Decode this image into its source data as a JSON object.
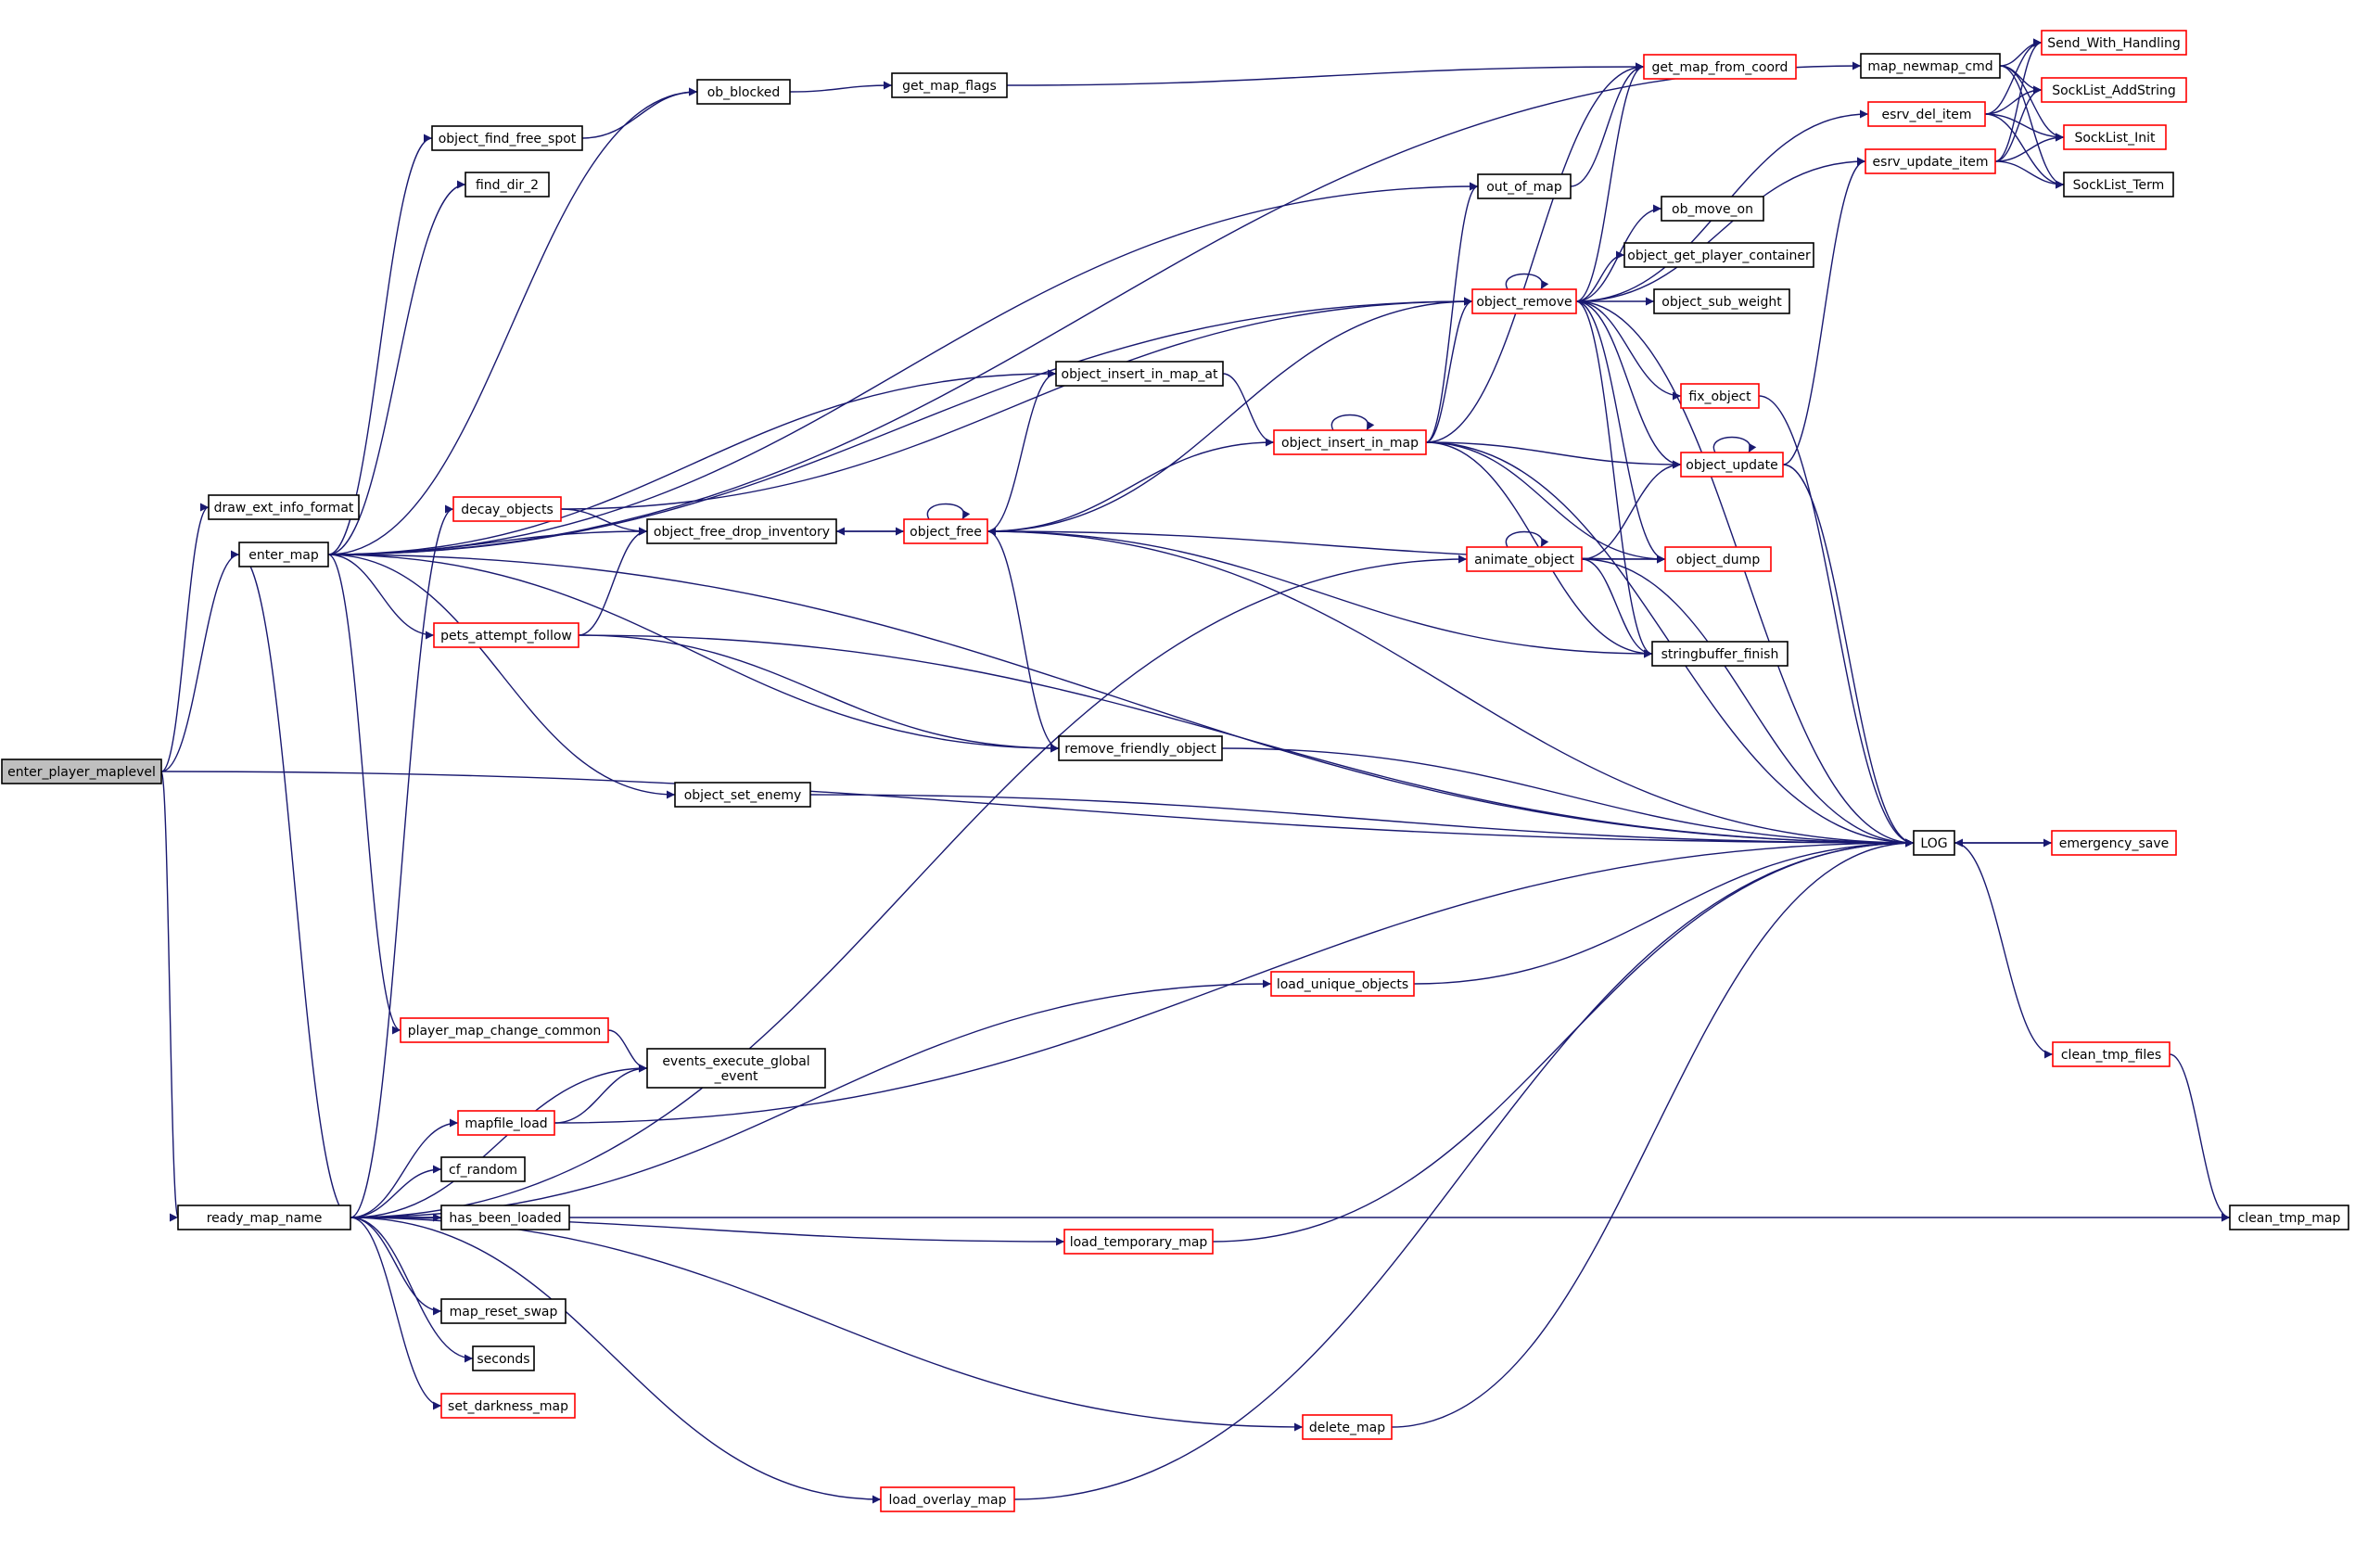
{
  "colors": {
    "edge": "#191970",
    "root_fill": "#bfbfbf",
    "node_fill": "#ffffff",
    "node_border": "#000000",
    "truncated_border": "#ff0000"
  },
  "nodes": [
    {
      "id": "enter_player_maplevel",
      "label": "enter_player_maplevel",
      "style": "root"
    },
    {
      "id": "draw_ext_info_format",
      "label": "draw_ext_info_format",
      "style": "normal"
    },
    {
      "id": "enter_map",
      "label": "enter_map",
      "style": "normal"
    },
    {
      "id": "ready_map_name",
      "label": "ready_map_name",
      "style": "normal"
    },
    {
      "id": "object_find_free_spot",
      "label": "object_find_free_spot",
      "style": "normal"
    },
    {
      "id": "find_dir_2",
      "label": "find_dir_2",
      "style": "normal"
    },
    {
      "id": "ob_blocked",
      "label": "ob_blocked",
      "style": "normal"
    },
    {
      "id": "get_map_flags",
      "label": "get_map_flags",
      "style": "normal"
    },
    {
      "id": "get_map_from_coord",
      "label": "get_map_from_coord",
      "style": "truncated"
    },
    {
      "id": "map_newmap_cmd",
      "label": "map_newmap_cmd",
      "style": "normal"
    },
    {
      "id": "Send_With_Handling",
      "label": "Send_With_Handling",
      "style": "truncated"
    },
    {
      "id": "SockList_AddString",
      "label": "SockList_AddString",
      "style": "truncated"
    },
    {
      "id": "SockList_Init",
      "label": "SockList_Init",
      "style": "truncated"
    },
    {
      "id": "SockList_Term",
      "label": "SockList_Term",
      "style": "normal"
    },
    {
      "id": "esrv_del_item",
      "label": "esrv_del_item",
      "style": "truncated"
    },
    {
      "id": "esrv_update_item",
      "label": "esrv_update_item",
      "style": "truncated"
    },
    {
      "id": "out_of_map",
      "label": "out_of_map",
      "style": "normal"
    },
    {
      "id": "ob_move_on",
      "label": "ob_move_on",
      "style": "normal"
    },
    {
      "id": "object_get_player_container",
      "label": "object_get_player_container",
      "style": "normal"
    },
    {
      "id": "object_remove",
      "label": "object_remove",
      "style": "truncated"
    },
    {
      "id": "object_sub_weight",
      "label": "object_sub_weight",
      "style": "normal"
    },
    {
      "id": "object_insert_in_map_at",
      "label": "object_insert_in_map_at",
      "style": "normal"
    },
    {
      "id": "object_insert_in_map",
      "label": "object_insert_in_map",
      "style": "truncated"
    },
    {
      "id": "fix_object",
      "label": "fix_object",
      "style": "truncated"
    },
    {
      "id": "object_update",
      "label": "object_update",
      "style": "truncated"
    },
    {
      "id": "decay_objects",
      "label": "decay_objects",
      "style": "truncated"
    },
    {
      "id": "object_free_drop_inventory",
      "label": "object_free_drop_inventory",
      "style": "normal"
    },
    {
      "id": "object_free",
      "label": "object_free",
      "style": "truncated"
    },
    {
      "id": "animate_object",
      "label": "animate_object",
      "style": "truncated"
    },
    {
      "id": "object_dump",
      "label": "object_dump",
      "style": "truncated"
    },
    {
      "id": "pets_attempt_follow",
      "label": "pets_attempt_follow",
      "style": "truncated"
    },
    {
      "id": "stringbuffer_finish",
      "label": "stringbuffer_finish",
      "style": "normal"
    },
    {
      "id": "remove_friendly_object",
      "label": "remove_friendly_object",
      "style": "normal"
    },
    {
      "id": "object_set_enemy",
      "label": "object_set_enemy",
      "style": "normal"
    },
    {
      "id": "LOG",
      "label": "LOG",
      "style": "normal"
    },
    {
      "id": "emergency_save",
      "label": "emergency_save",
      "style": "truncated"
    },
    {
      "id": "load_unique_objects",
      "label": "load_unique_objects",
      "style": "truncated"
    },
    {
      "id": "player_map_change_common",
      "label": "player_map_change_common",
      "style": "truncated"
    },
    {
      "id": "events_execute_global_event",
      "label": "events_execute_global\n_event",
      "style": "normal"
    },
    {
      "id": "mapfile_load",
      "label": "mapfile_load",
      "style": "truncated"
    },
    {
      "id": "clean_tmp_files",
      "label": "clean_tmp_files",
      "style": "truncated"
    },
    {
      "id": "cf_random",
      "label": "cf_random",
      "style": "normal"
    },
    {
      "id": "has_been_loaded",
      "label": "has_been_loaded",
      "style": "normal"
    },
    {
      "id": "load_temporary_map",
      "label": "load_temporary_map",
      "style": "truncated"
    },
    {
      "id": "clean_tmp_map",
      "label": "clean_tmp_map",
      "style": "normal"
    },
    {
      "id": "map_reset_swap",
      "label": "map_reset_swap",
      "style": "normal"
    },
    {
      "id": "seconds",
      "label": "seconds",
      "style": "normal"
    },
    {
      "id": "set_darkness_map",
      "label": "set_darkness_map",
      "style": "truncated"
    },
    {
      "id": "delete_map",
      "label": "delete_map",
      "style": "truncated"
    },
    {
      "id": "load_overlay_map",
      "label": "load_overlay_map",
      "style": "truncated"
    }
  ],
  "edges": [
    [
      "enter_player_maplevel",
      "draw_ext_info_format"
    ],
    [
      "enter_player_maplevel",
      "enter_map"
    ],
    [
      "enter_player_maplevel",
      "ready_map_name"
    ],
    [
      "enter_player_maplevel",
      "LOG"
    ],
    [
      "enter_map",
      "map_newmap_cmd"
    ],
    [
      "enter_map",
      "ob_blocked"
    ],
    [
      "enter_map",
      "object_find_free_spot"
    ],
    [
      "enter_map",
      "find_dir_2"
    ],
    [
      "enter_map",
      "out_of_map"
    ],
    [
      "enter_map",
      "object_remove"
    ],
    [
      "enter_map",
      "object_insert_in_map_at"
    ],
    [
      "enter_map",
      "object_free_drop_inventory"
    ],
    [
      "enter_map",
      "pets_attempt_follow"
    ],
    [
      "enter_map",
      "remove_friendly_object"
    ],
    [
      "enter_map",
      "object_set_enemy"
    ],
    [
      "enter_map",
      "LOG"
    ],
    [
      "enter_map",
      "player_map_change_common"
    ],
    [
      "enter_map",
      "ready_map_name"
    ],
    [
      "object_find_free_spot",
      "ob_blocked"
    ],
    [
      "ob_blocked",
      "get_map_flags"
    ],
    [
      "get_map_flags",
      "get_map_from_coord"
    ],
    [
      "map_newmap_cmd",
      "Send_With_Handling"
    ],
    [
      "map_newmap_cmd",
      "SockList_AddString"
    ],
    [
      "map_newmap_cmd",
      "SockList_Init"
    ],
    [
      "map_newmap_cmd",
      "SockList_Term"
    ],
    [
      "esrv_del_item",
      "Send_With_Handling"
    ],
    [
      "esrv_del_item",
      "SockList_AddString"
    ],
    [
      "esrv_del_item",
      "SockList_Init"
    ],
    [
      "esrv_del_item",
      "SockList_Term"
    ],
    [
      "esrv_update_item",
      "Send_With_Handling"
    ],
    [
      "esrv_update_item",
      "SockList_AddString"
    ],
    [
      "esrv_update_item",
      "SockList_Init"
    ],
    [
      "esrv_update_item",
      "SockList_Term"
    ],
    [
      "out_of_map",
      "get_map_from_coord"
    ],
    [
      "object_remove",
      "get_map_from_coord"
    ],
    [
      "object_remove",
      "esrv_del_item"
    ],
    [
      "object_remove",
      "esrv_update_item"
    ],
    [
      "object_remove",
      "ob_move_on"
    ],
    [
      "object_remove",
      "object_get_player_container"
    ],
    [
      "object_remove",
      "object_sub_weight"
    ],
    [
      "object_remove",
      "object_remove"
    ],
    [
      "object_remove",
      "fix_object"
    ],
    [
      "object_remove",
      "object_update"
    ],
    [
      "object_remove",
      "object_dump"
    ],
    [
      "object_remove",
      "stringbuffer_finish"
    ],
    [
      "object_remove",
      "LOG"
    ],
    [
      "object_insert_in_map_at",
      "object_insert_in_map"
    ],
    [
      "object_insert_in_map",
      "get_map_from_coord"
    ],
    [
      "object_insert_in_map",
      "out_of_map"
    ],
    [
      "object_insert_in_map",
      "object_remove"
    ],
    [
      "object_insert_in_map",
      "object_insert_in_map"
    ],
    [
      "object_insert_in_map",
      "object_free"
    ],
    [
      "object_insert_in_map",
      "object_update"
    ],
    [
      "object_insert_in_map",
      "object_dump"
    ],
    [
      "object_insert_in_map",
      "stringbuffer_finish"
    ],
    [
      "object_insert_in_map",
      "LOG"
    ],
    [
      "fix_object",
      "LOG"
    ],
    [
      "object_update",
      "object_update"
    ],
    [
      "object_update",
      "esrv_update_item"
    ],
    [
      "object_update",
      "LOG"
    ],
    [
      "decay_objects",
      "object_remove"
    ],
    [
      "decay_objects",
      "object_free_drop_inventory"
    ],
    [
      "object_free_drop_inventory",
      "object_free"
    ],
    [
      "object_free",
      "object_free"
    ],
    [
      "object_free",
      "object_free_drop_inventory"
    ],
    [
      "object_free",
      "object_insert_in_map_at"
    ],
    [
      "object_free",
      "object_remove"
    ],
    [
      "object_free",
      "object_dump"
    ],
    [
      "object_free",
      "stringbuffer_finish"
    ],
    [
      "object_free",
      "remove_friendly_object"
    ],
    [
      "object_free",
      "LOG"
    ],
    [
      "animate_object",
      "animate_object"
    ],
    [
      "animate_object",
      "object_update"
    ],
    [
      "animate_object",
      "object_dump"
    ],
    [
      "animate_object",
      "stringbuffer_finish"
    ],
    [
      "animate_object",
      "LOG"
    ],
    [
      "pets_attempt_follow",
      "object_free_drop_inventory"
    ],
    [
      "pets_attempt_follow",
      "remove_friendly_object"
    ],
    [
      "pets_attempt_follow",
      "LOG"
    ],
    [
      "remove_friendly_object",
      "LOG"
    ],
    [
      "object_set_enemy",
      "LOG"
    ],
    [
      "LOG",
      "emergency_save"
    ],
    [
      "LOG",
      "clean_tmp_files"
    ],
    [
      "emergency_save",
      "LOG"
    ],
    [
      "clean_tmp_files",
      "clean_tmp_map"
    ],
    [
      "ready_map_name",
      "decay_objects"
    ],
    [
      "ready_map_name",
      "animate_object"
    ],
    [
      "ready_map_name",
      "load_unique_objects"
    ],
    [
      "ready_map_name",
      "events_execute_global_event"
    ],
    [
      "ready_map_name",
      "mapfile_load"
    ],
    [
      "ready_map_name",
      "cf_random"
    ],
    [
      "ready_map_name",
      "has_been_loaded"
    ],
    [
      "ready_map_name",
      "load_temporary_map"
    ],
    [
      "ready_map_name",
      "map_reset_swap"
    ],
    [
      "ready_map_name",
      "seconds"
    ],
    [
      "ready_map_name",
      "set_darkness_map"
    ],
    [
      "ready_map_name",
      "delete_map"
    ],
    [
      "ready_map_name",
      "load_overlay_map"
    ],
    [
      "ready_map_name",
      "clean_tmp_map"
    ],
    [
      "player_map_change_common",
      "events_execute_global_event"
    ],
    [
      "mapfile_load",
      "events_execute_global_event"
    ],
    [
      "mapfile_load",
      "LOG"
    ],
    [
      "load_unique_objects",
      "LOG"
    ],
    [
      "load_temporary_map",
      "LOG"
    ],
    [
      "delete_map",
      "LOG"
    ],
    [
      "load_overlay_map",
      "LOG"
    ]
  ]
}
